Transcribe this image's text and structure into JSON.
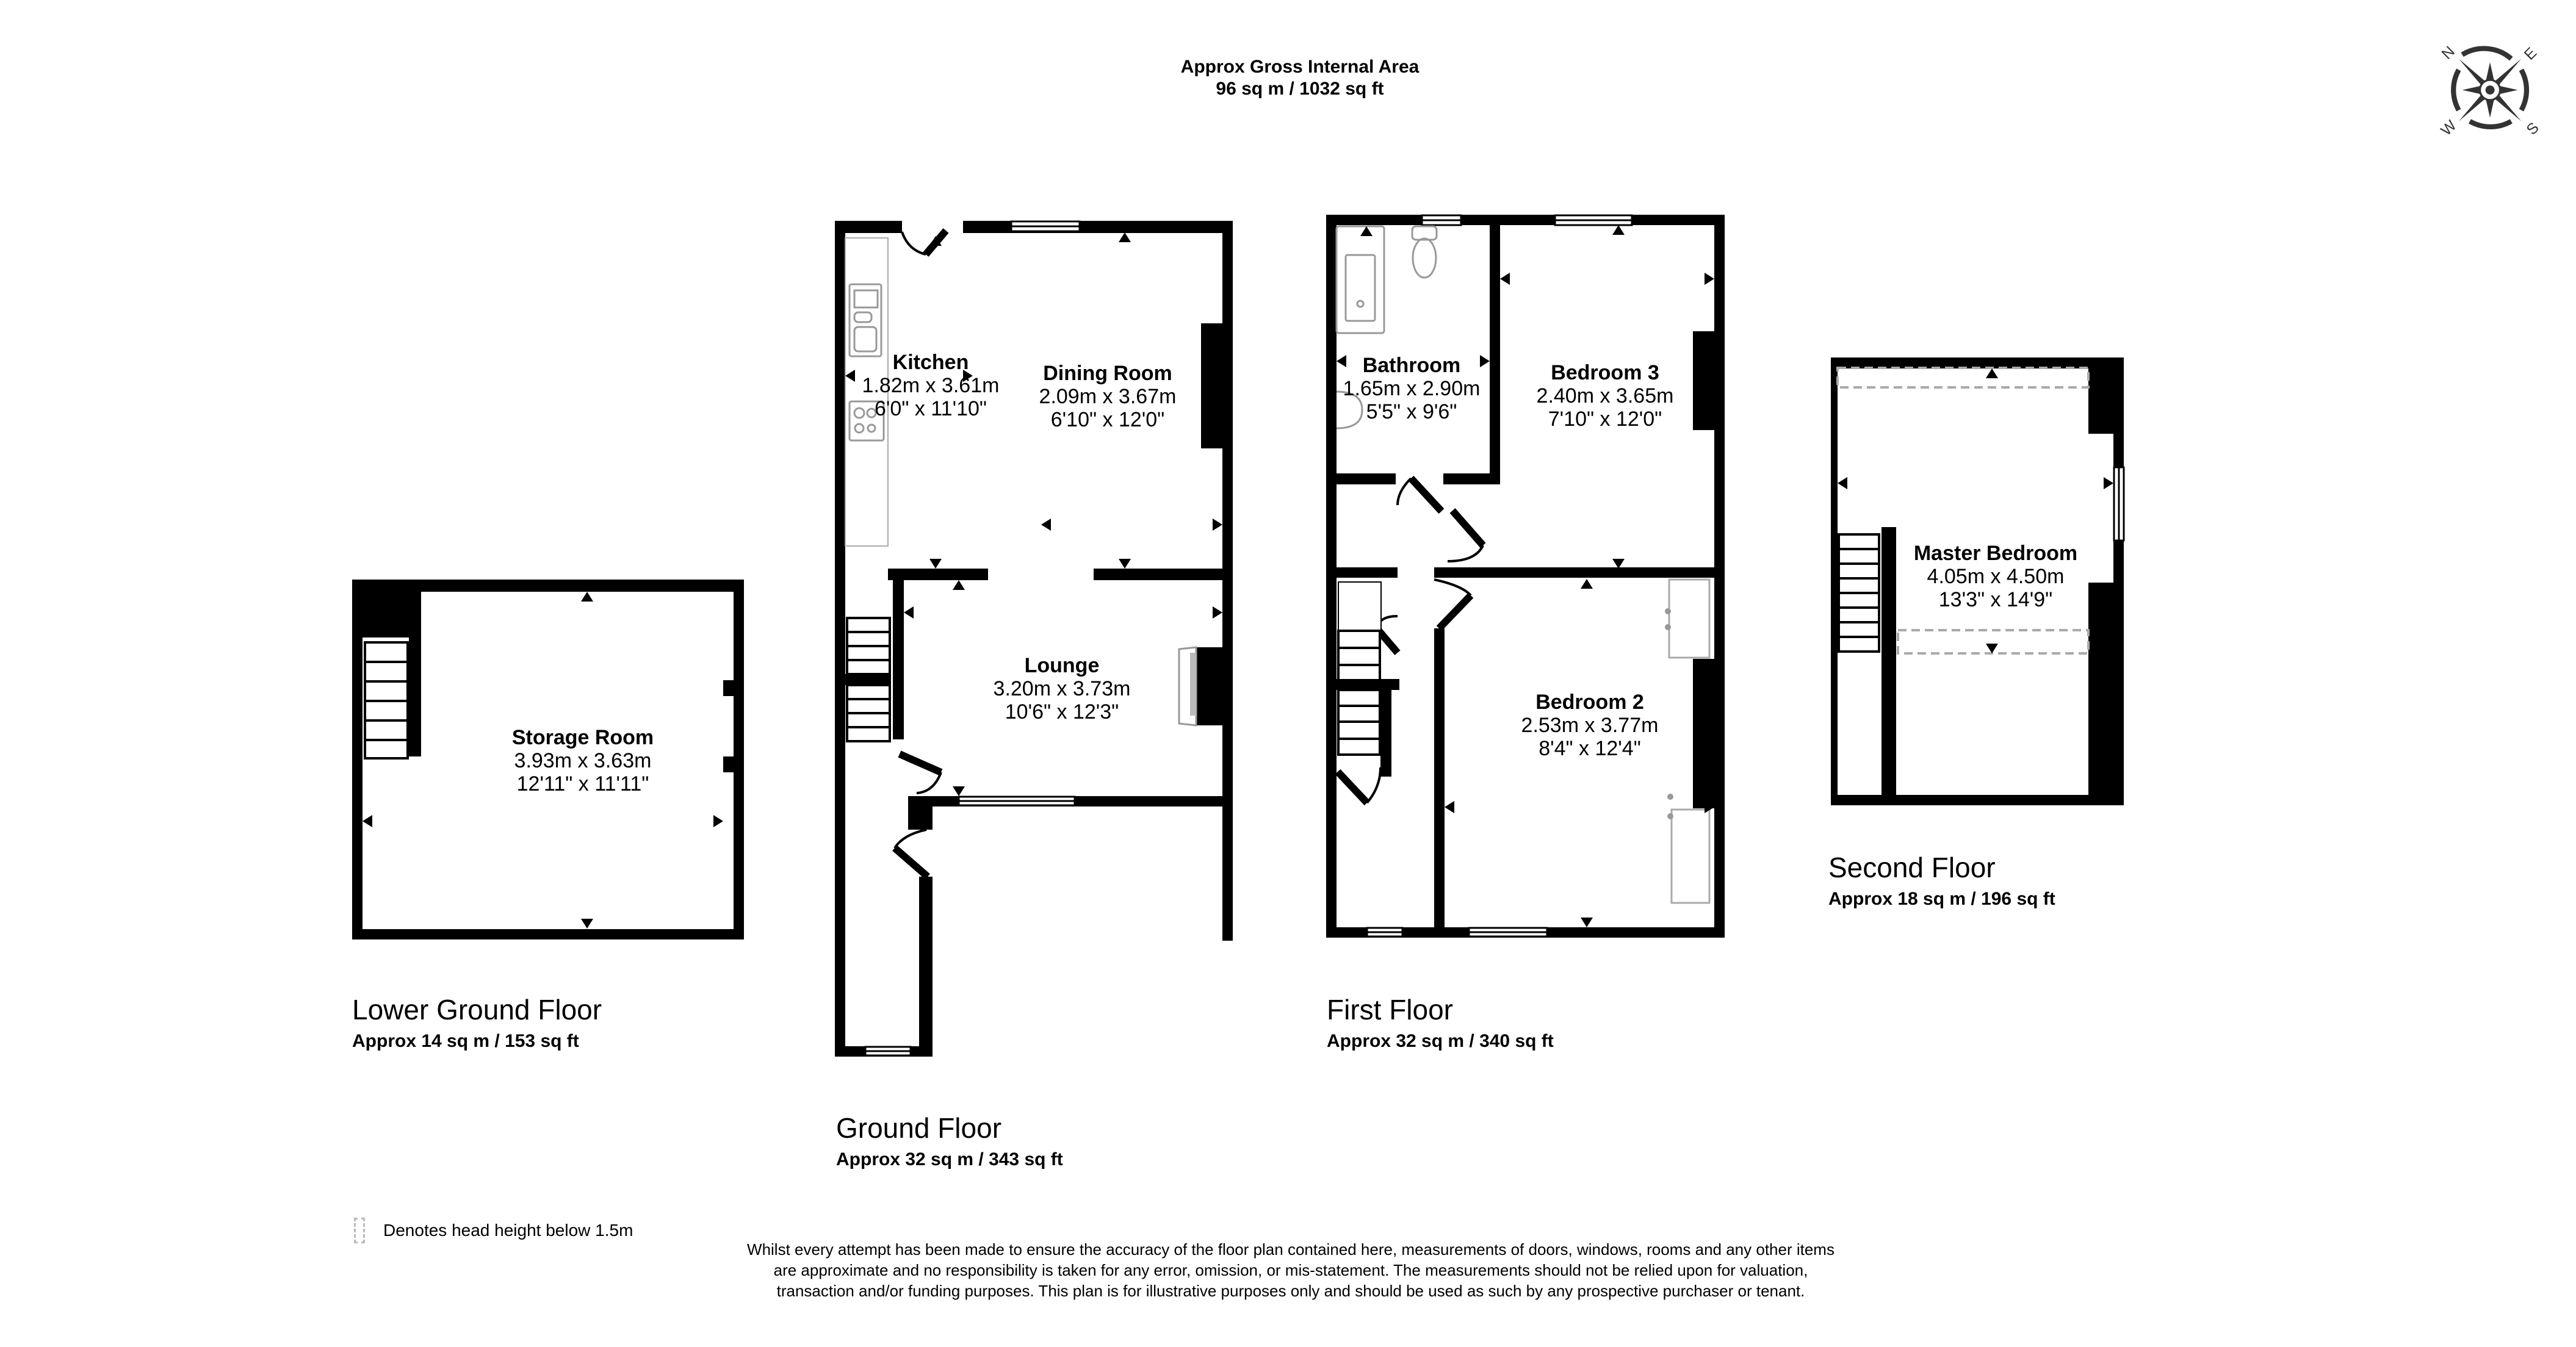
{
  "header": {
    "title": "Approx Gross Internal Area",
    "total_area": "96 sq m / 1032 sq ft"
  },
  "compass": {
    "icon": "compass-rose-icon",
    "labels": {
      "n": "N",
      "e": "E",
      "s": "S",
      "w": "W"
    }
  },
  "floors": {
    "lower_ground": {
      "title": "Lower Ground Floor",
      "area": "Approx 14 sq m / 153 sq ft",
      "rooms": [
        {
          "name": "Storage Room",
          "metric": "3.93m x 3.63m",
          "imperial": "12'11\" x 11'11\""
        }
      ]
    },
    "ground": {
      "title": "Ground Floor",
      "area": "Approx 32 sq m / 343 sq ft",
      "rooms": [
        {
          "name": "Kitchen",
          "metric": "1.82m x 3.61m",
          "imperial": "6'0\" x 11'10\""
        },
        {
          "name": "Dining Room",
          "metric": "2.09m x 3.67m",
          "imperial": "6'10\" x 12'0\""
        },
        {
          "name": "Lounge",
          "metric": "3.20m x 3.73m",
          "imperial": "10'6\" x 12'3\""
        }
      ]
    },
    "first": {
      "title": "First Floor",
      "area": "Approx 32 sq m / 340 sq ft",
      "rooms": [
        {
          "name": "Bathroom",
          "metric": "1.65m x 2.90m",
          "imperial": "5'5\" x 9'6\""
        },
        {
          "name": "Bedroom 3",
          "metric": "2.40m x 3.65m",
          "imperial": "7'10\" x 12'0\""
        },
        {
          "name": "Bedroom 2",
          "metric": "2.53m x 3.77m",
          "imperial": "8'4\" x 12'4\""
        }
      ]
    },
    "second": {
      "title": "Second Floor",
      "area": "Approx 18 sq m / 196 sq ft",
      "rooms": [
        {
          "name": "Master Bedroom",
          "metric": "4.05m x 4.50m",
          "imperial": "13'3\" x 14'9\""
        }
      ]
    }
  },
  "legend": {
    "icon": "dashed-box-icon",
    "text": "Denotes head height below 1.5m"
  },
  "disclaimer": "Whilst every attempt has been made to ensure the accuracy of the floor plan contained here, measurements of doors, windows, rooms and any other items are approximate and no responsibility is taken for any error, omission, or mis-statement. The measurements should not be relied upon for valuation, transaction and/or funding purposes. This plan is for illustrative purposes only and should be used as such by any prospective purchaser or tenant."
}
